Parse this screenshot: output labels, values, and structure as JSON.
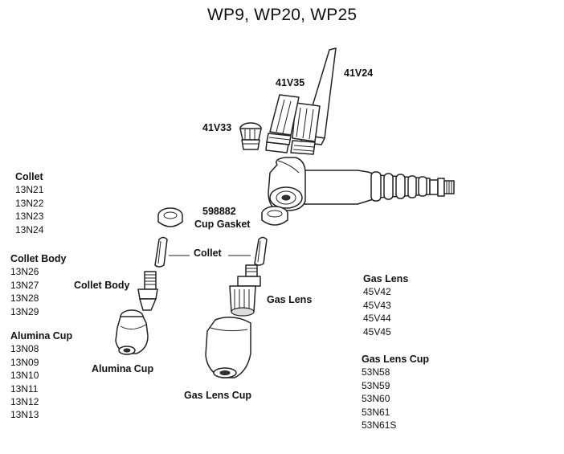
{
  "title": "WP9, WP20, WP25",
  "callouts": {
    "v35": "41V35",
    "v24": "41V24",
    "v33": "41V33",
    "gasket_code": "598882",
    "gasket_label": "Cup Gasket",
    "collet": "Collet",
    "collet_body": "Collet Body",
    "gas_lens": "Gas Lens",
    "alumina_cup": "Alumina Cup",
    "gas_lens_cup": "Gas Lens Cup"
  },
  "lists": {
    "collet": {
      "heading": "Collet",
      "items": [
        "13N21",
        "13N22",
        "13N23",
        "13N24"
      ]
    },
    "collet_body": {
      "heading": "Collet Body",
      "items": [
        "13N26",
        "13N27",
        "13N28",
        "13N29"
      ]
    },
    "alumina_cup": {
      "heading": "Alumina Cup",
      "items": [
        "13N08",
        "13N09",
        "13N10",
        "13N11",
        "13N12",
        "13N13"
      ]
    },
    "gas_lens": {
      "heading": "Gas Lens",
      "items": [
        "45V42",
        "45V43",
        "45V44",
        "45V45"
      ]
    },
    "gas_lens_cup": {
      "heading": "Gas Lens Cup",
      "items": [
        "53N58",
        "53N59",
        "53N60",
        "53N61",
        "53N61S"
      ]
    }
  }
}
